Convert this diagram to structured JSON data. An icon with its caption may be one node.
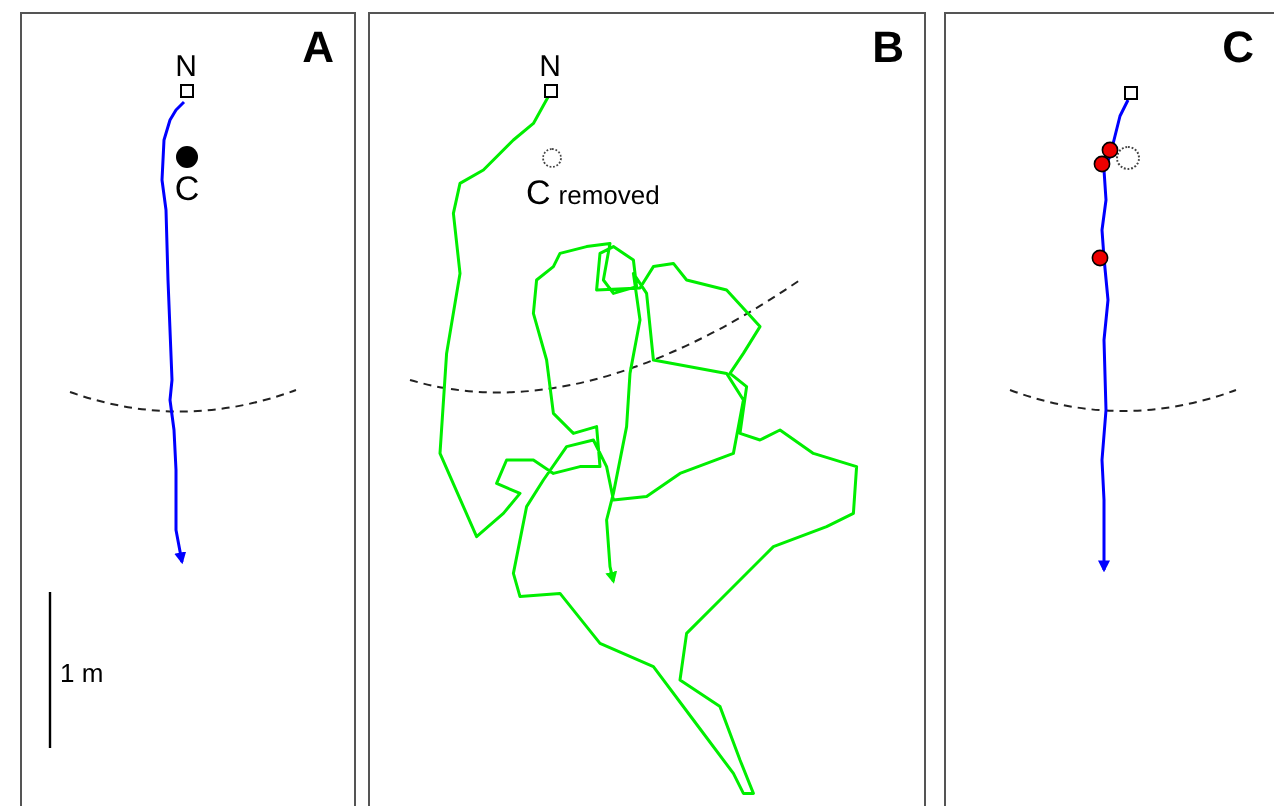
{
  "diagram": {
    "nodes": [
      {
        "text": [
          "A"
        ]
      },
      {
        "text": [
          "N"
        ],
        "in": 0
      },
      {
        "text": [
          "C"
        ],
        "in": 0
      },
      {
        "text": [
          "B"
        ]
      },
      {
        "text": [
          "N"
        ],
        "in": 3
      },
      {
        "text": [
          "C",
          "removed"
        ],
        "in": 3
      },
      {
        "text": [
          "C"
        ]
      },
      {
        "text": [],
        "shape": "box",
        "in": 6
      },
      {
        "text": [],
        "shape": "circle",
        "in": 6
      }
    ],
    "edges": [
      {
        "from": 1,
        "to": null,
        "arrow": "to",
        "color": "#0000ff"
      },
      {
        "from": 4,
        "to": null,
        "arrow": "to",
        "color": "#00ee00"
      },
      {
        "from": 7,
        "to": null,
        "arrow": "to",
        "color": "#0000ff"
      }
    ],
    "labels": [
      "1 m"
    ]
  }
}
